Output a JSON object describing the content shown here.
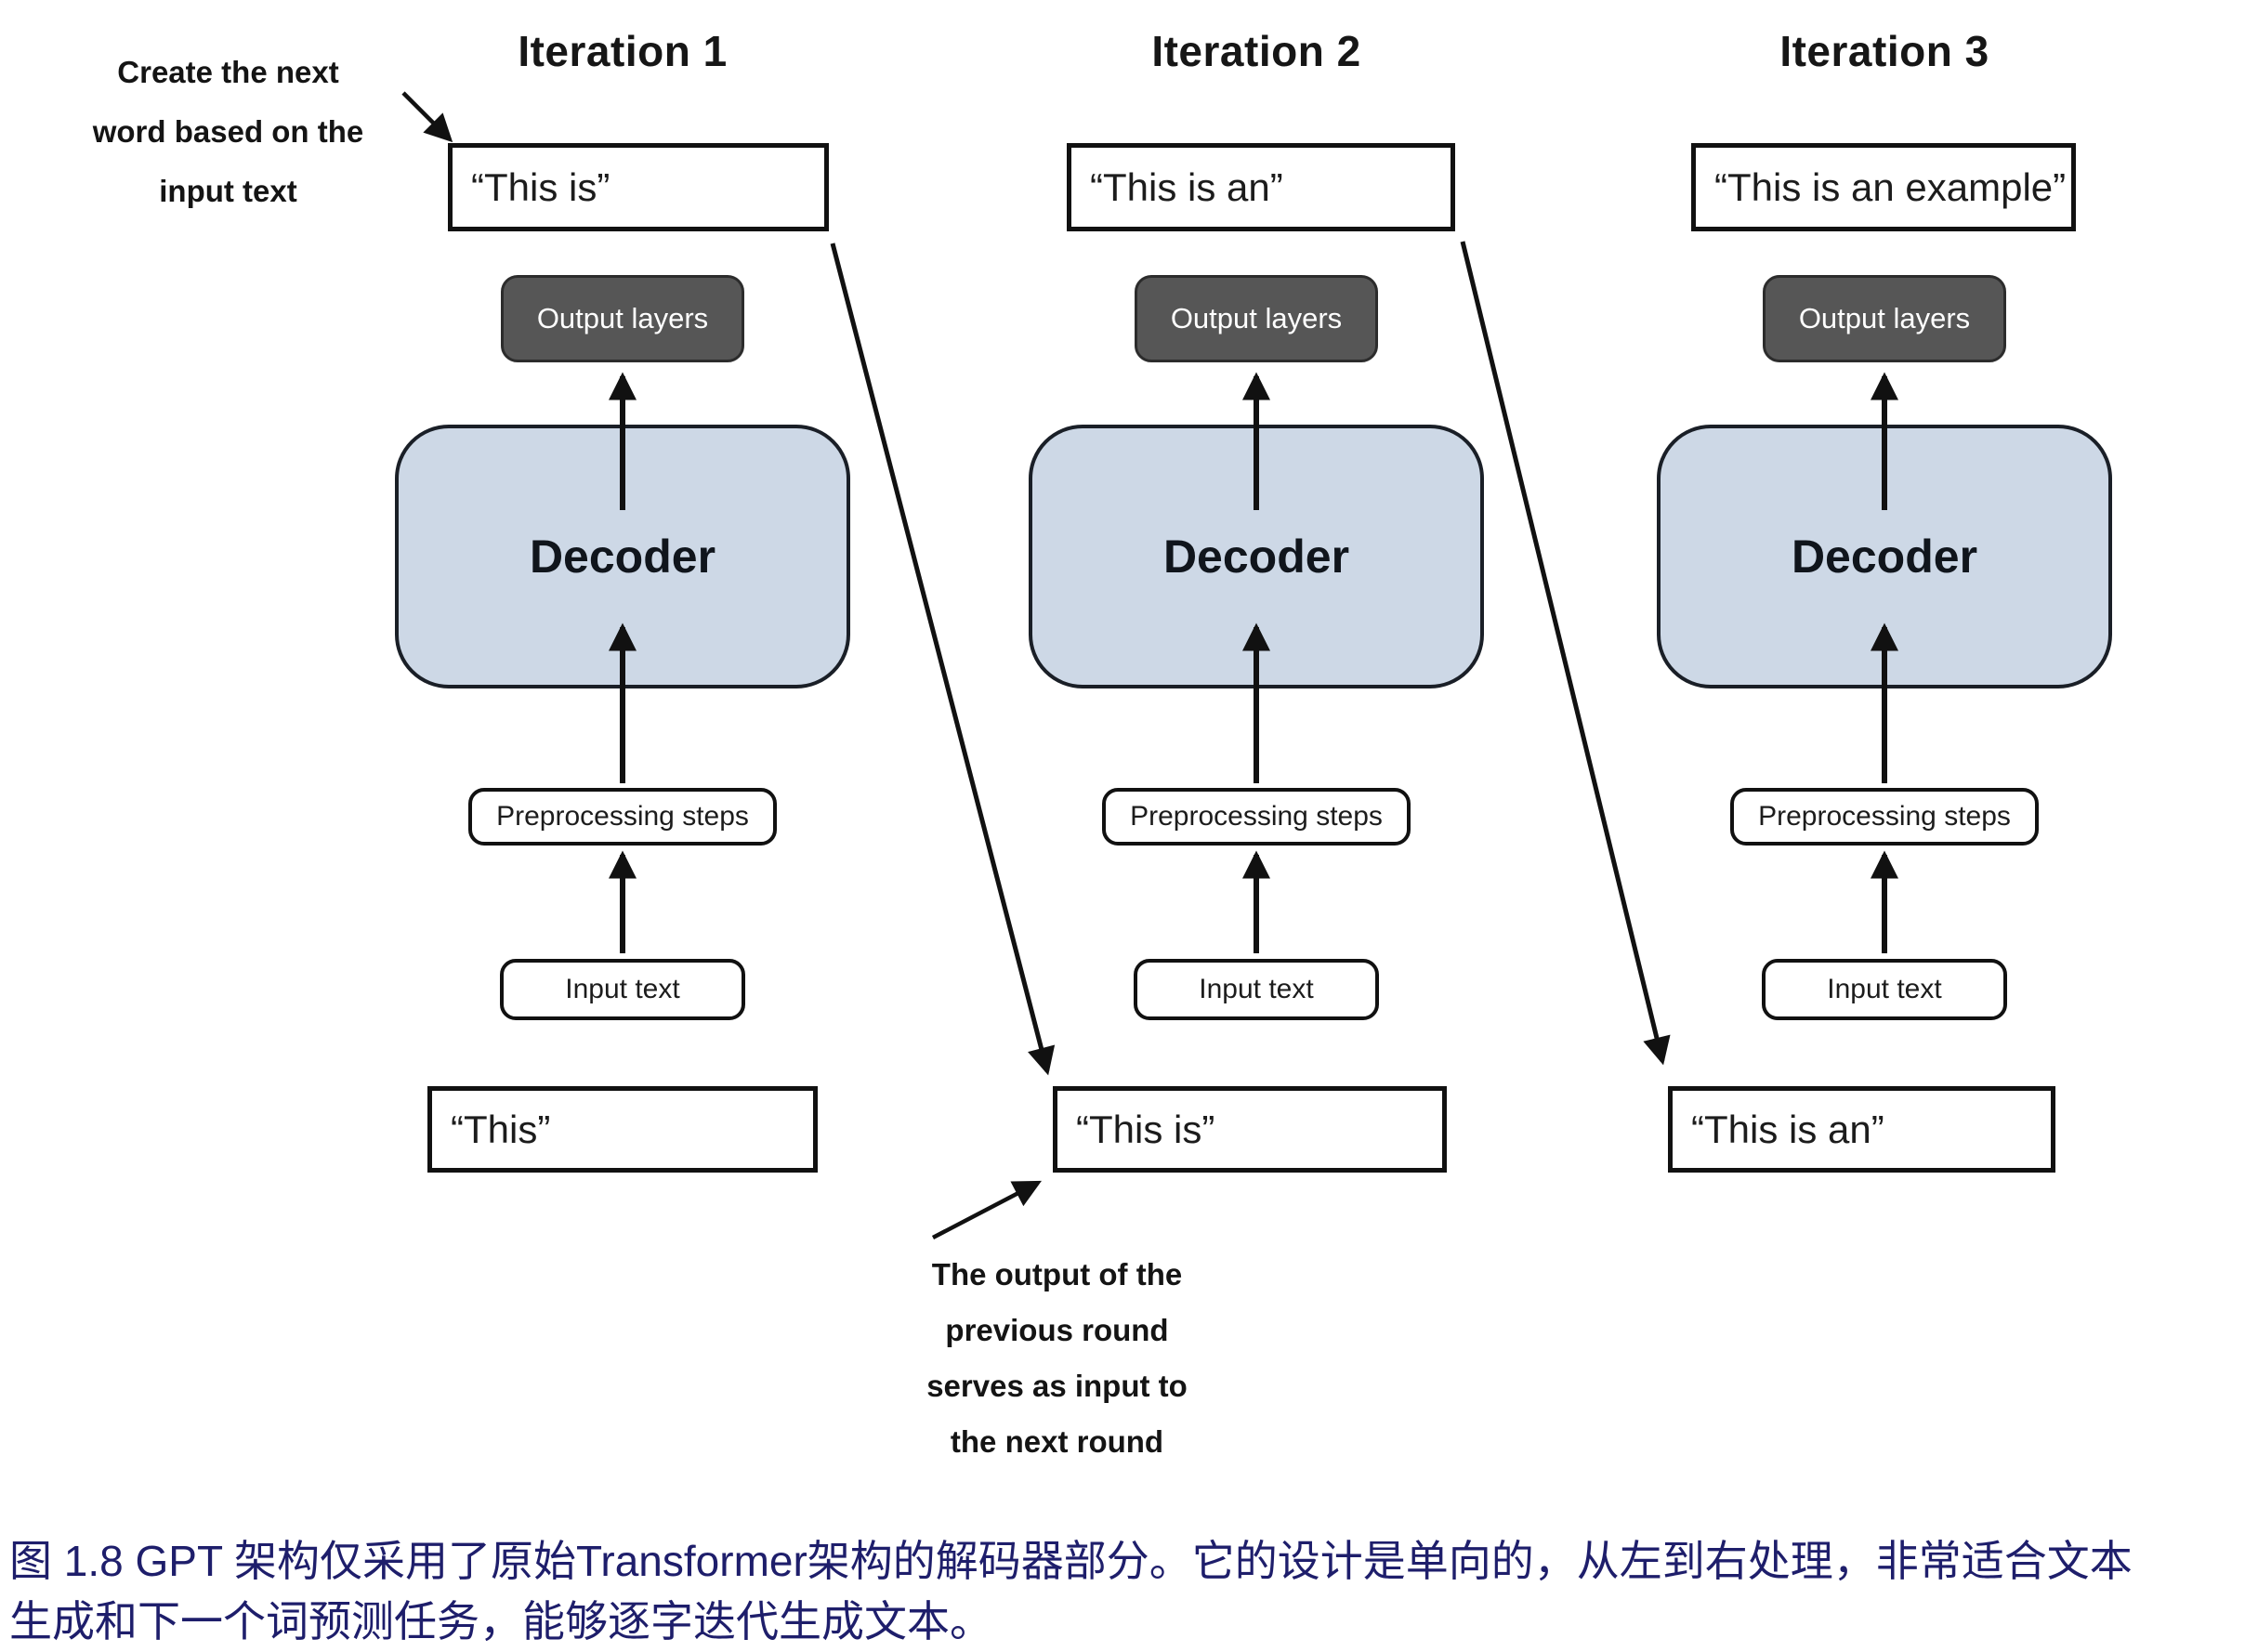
{
  "columns": [
    {
      "title": "Iteration 1",
      "generated_text": "“This is”",
      "output_layers_label": "Output layers",
      "decoder_label": "Decoder",
      "preprocessing_label": "Preprocessing steps",
      "input_box_label": "Input text",
      "input_text": "“This”"
    },
    {
      "title": "Iteration 2",
      "generated_text": "“This is an”",
      "output_layers_label": "Output layers",
      "decoder_label": "Decoder",
      "preprocessing_label": "Preprocessing steps",
      "input_box_label": "Input text",
      "input_text": "“This is”"
    },
    {
      "title": "Iteration 3",
      "generated_text": "“This is an example”",
      "output_layers_label": "Output layers",
      "decoder_label": "Decoder",
      "preprocessing_label": "Preprocessing steps",
      "input_box_label": "Input text",
      "input_text": "“This is an”"
    }
  ],
  "annotations": {
    "create_next_word": {
      "lines": [
        "Create the next",
        "word based on the",
        "input text"
      ]
    },
    "output_feedback": {
      "lines": [
        "The output of the",
        "previous round",
        "serves as input to",
        "the next round"
      ]
    }
  },
  "caption": {
    "lines": [
      "图 1.8  GPT 架构仅采用了原始Transformer架构的解码器部分。它的设计是单向的，从左到右处理，非常适合文本",
      "生成和下一个词预测任务，能够逐字迭代生成文本。"
    ]
  },
  "colors": {
    "decoder_fill": "#cdd8e6",
    "output_layers_fill": "#565656",
    "output_layers_text": "#ffffff",
    "line": "#111111",
    "caption": "#1e1e6b",
    "border": "#111111"
  }
}
